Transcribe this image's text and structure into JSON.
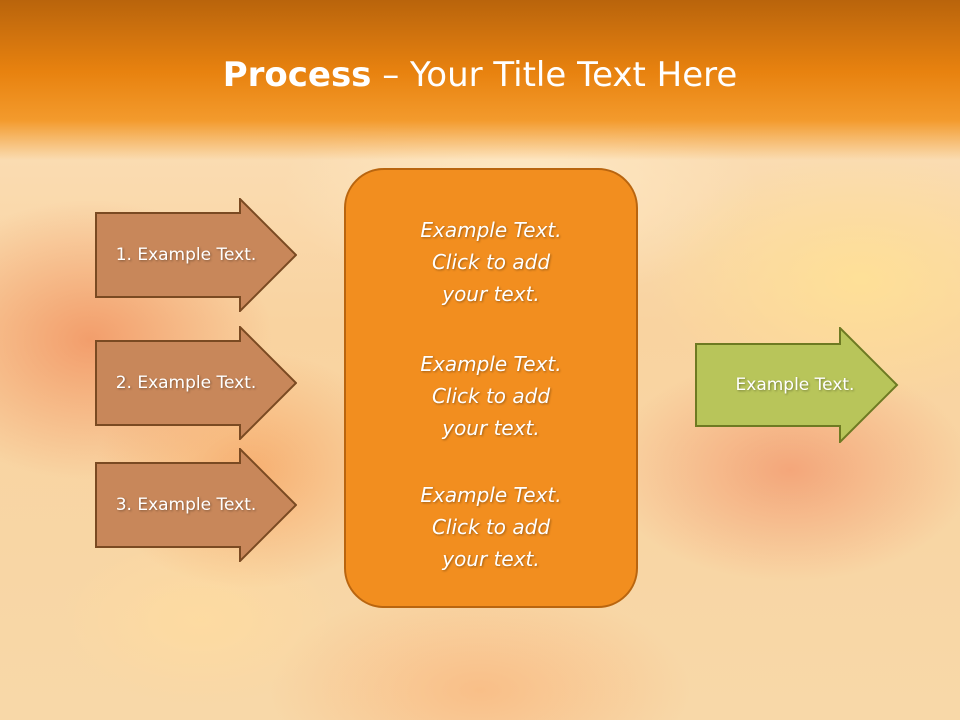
{
  "slide": {
    "title_bold": "Process",
    "title_rest": " – Your Title Text Here"
  },
  "left_arrows": [
    {
      "label": "1. Example Text."
    },
    {
      "label": "2. Example Text."
    },
    {
      "label": "3. Example Text."
    }
  ],
  "center_box": {
    "items": [
      {
        "line1": "Example Text.",
        "line2": "Click  to add",
        "line3": "your text."
      },
      {
        "line1": "Example Text.",
        "line2": "Click  to add",
        "line3": "your text."
      },
      {
        "line1": "Example Text.",
        "line2": "Click  to add",
        "line3": "your text."
      }
    ]
  },
  "result_arrow": {
    "label": "Example Text."
  },
  "colors": {
    "header": "#e8820f",
    "left_arrow_fill": "#c8875a",
    "left_arrow_border": "#7a4a22",
    "center_fill": "#f28e1f",
    "result_arrow_fill": "#b8c55a",
    "result_arrow_border": "#6e7a22"
  }
}
